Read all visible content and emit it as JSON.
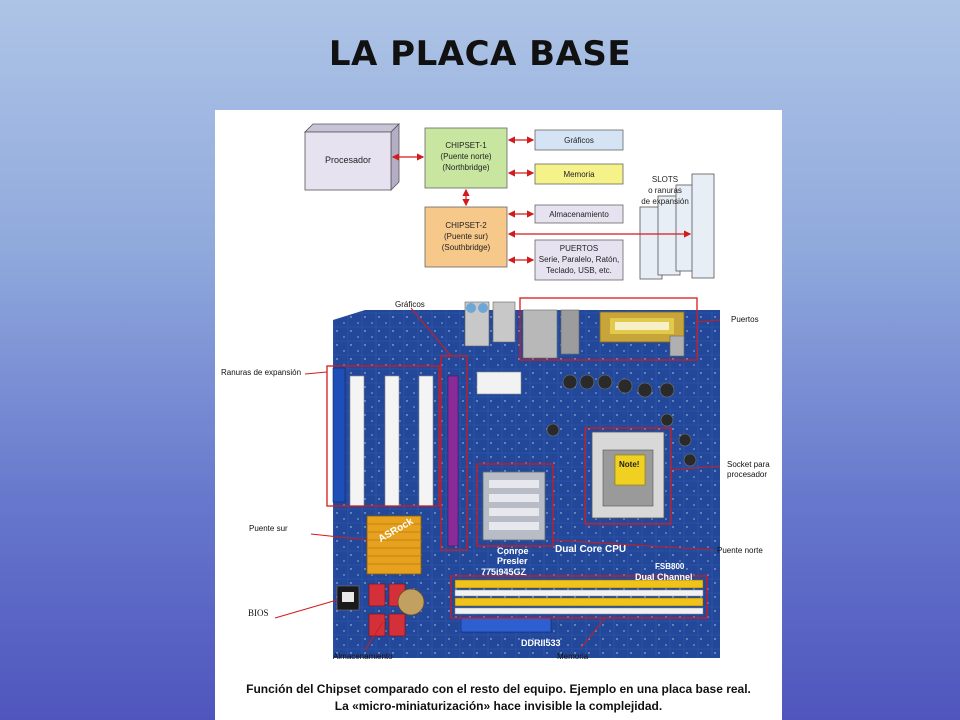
{
  "slide": {
    "title": "LA PLACA BASE"
  },
  "diagram": {
    "procesador": "Procesador",
    "chipset1": {
      "line1": "CHIPSET-1",
      "line2": "(Puente norte)",
      "line3": "(Northbridge)"
    },
    "chipset2": {
      "line1": "CHIPSET-2",
      "line2": "(Puente sur)",
      "line3": "(Southbridge)"
    },
    "graficos": "Gráficos",
    "memoria": "Memoria",
    "almacenamiento": "Almacenamiento",
    "puertos": {
      "line1": "PUERTOS",
      "line2": "Serie, Paralelo, Ratón,",
      "line3": "Teclado, USB, etc."
    },
    "slots": {
      "line1": "SLOTS",
      "line2": "o ranuras",
      "line3": "de expansión"
    }
  },
  "callouts": {
    "graficos": "Gráficos",
    "puertos": "Puertos",
    "ranuras": "Ranuras de expansión",
    "socket_line1": "Socket para",
    "socket_line2": "procesador",
    "puente_sur": "Puente sur",
    "puente_norte": "Puente norte",
    "bios": "BIOS",
    "almacenamiento": "Almacenamiento",
    "memoria": "Memoria"
  },
  "board_text": {
    "brand": "ASRock",
    "cpu_label": "Dual Core CPU",
    "fsb": "FSB800",
    "dual_channel": "Dual Channel",
    "conroe": "Conroe",
    "presler": "Presler",
    "model": "775i945GZ",
    "ddr": "DDRII533",
    "note": "Note!"
  },
  "caption": {
    "marker": ".",
    "line1": "Función del Chipset comparado con el resto del equipo. Ejemplo en una placa base real.",
    "line2": "La «micro-miniaturización» hace invisible la complejidad."
  },
  "colors": {
    "box_lavender": "#e6e2f0",
    "box_green": "#c8e6a0",
    "box_blue": "#d4e4f4",
    "box_yellow": "#f6f28a",
    "box_orange": "#f6c88a",
    "arrow_red": "#d21b1b",
    "board_blue": "#1f3f8f"
  }
}
